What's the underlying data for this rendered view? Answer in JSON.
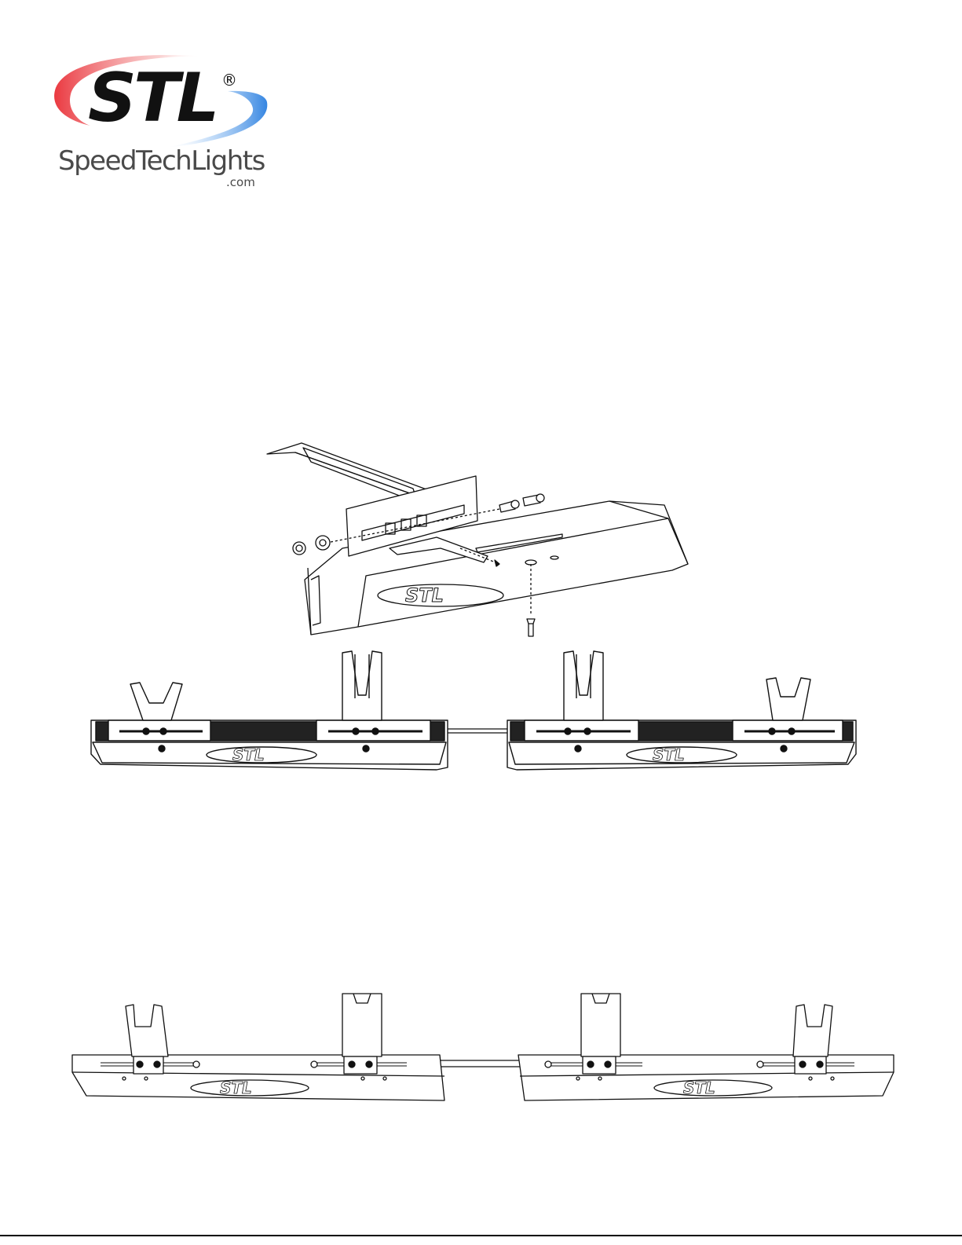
{
  "logo": {
    "main": "STL",
    "registered": "®",
    "subtitle": "SpeedTechLights",
    "domain": ".com",
    "colors": {
      "swoosh_red": "#e8232b",
      "swoosh_blue": "#2a7fe0",
      "text": "#111111",
      "subtitle": "#4a4a4a"
    }
  },
  "figures": {
    "detail": {
      "icon": "bracket-detail-exploded-view"
    },
    "assembly_1": {
      "icon": "light-bar-pair-front-view"
    },
    "assembly_2": {
      "icon": "light-bar-pair-rear-view"
    }
  }
}
